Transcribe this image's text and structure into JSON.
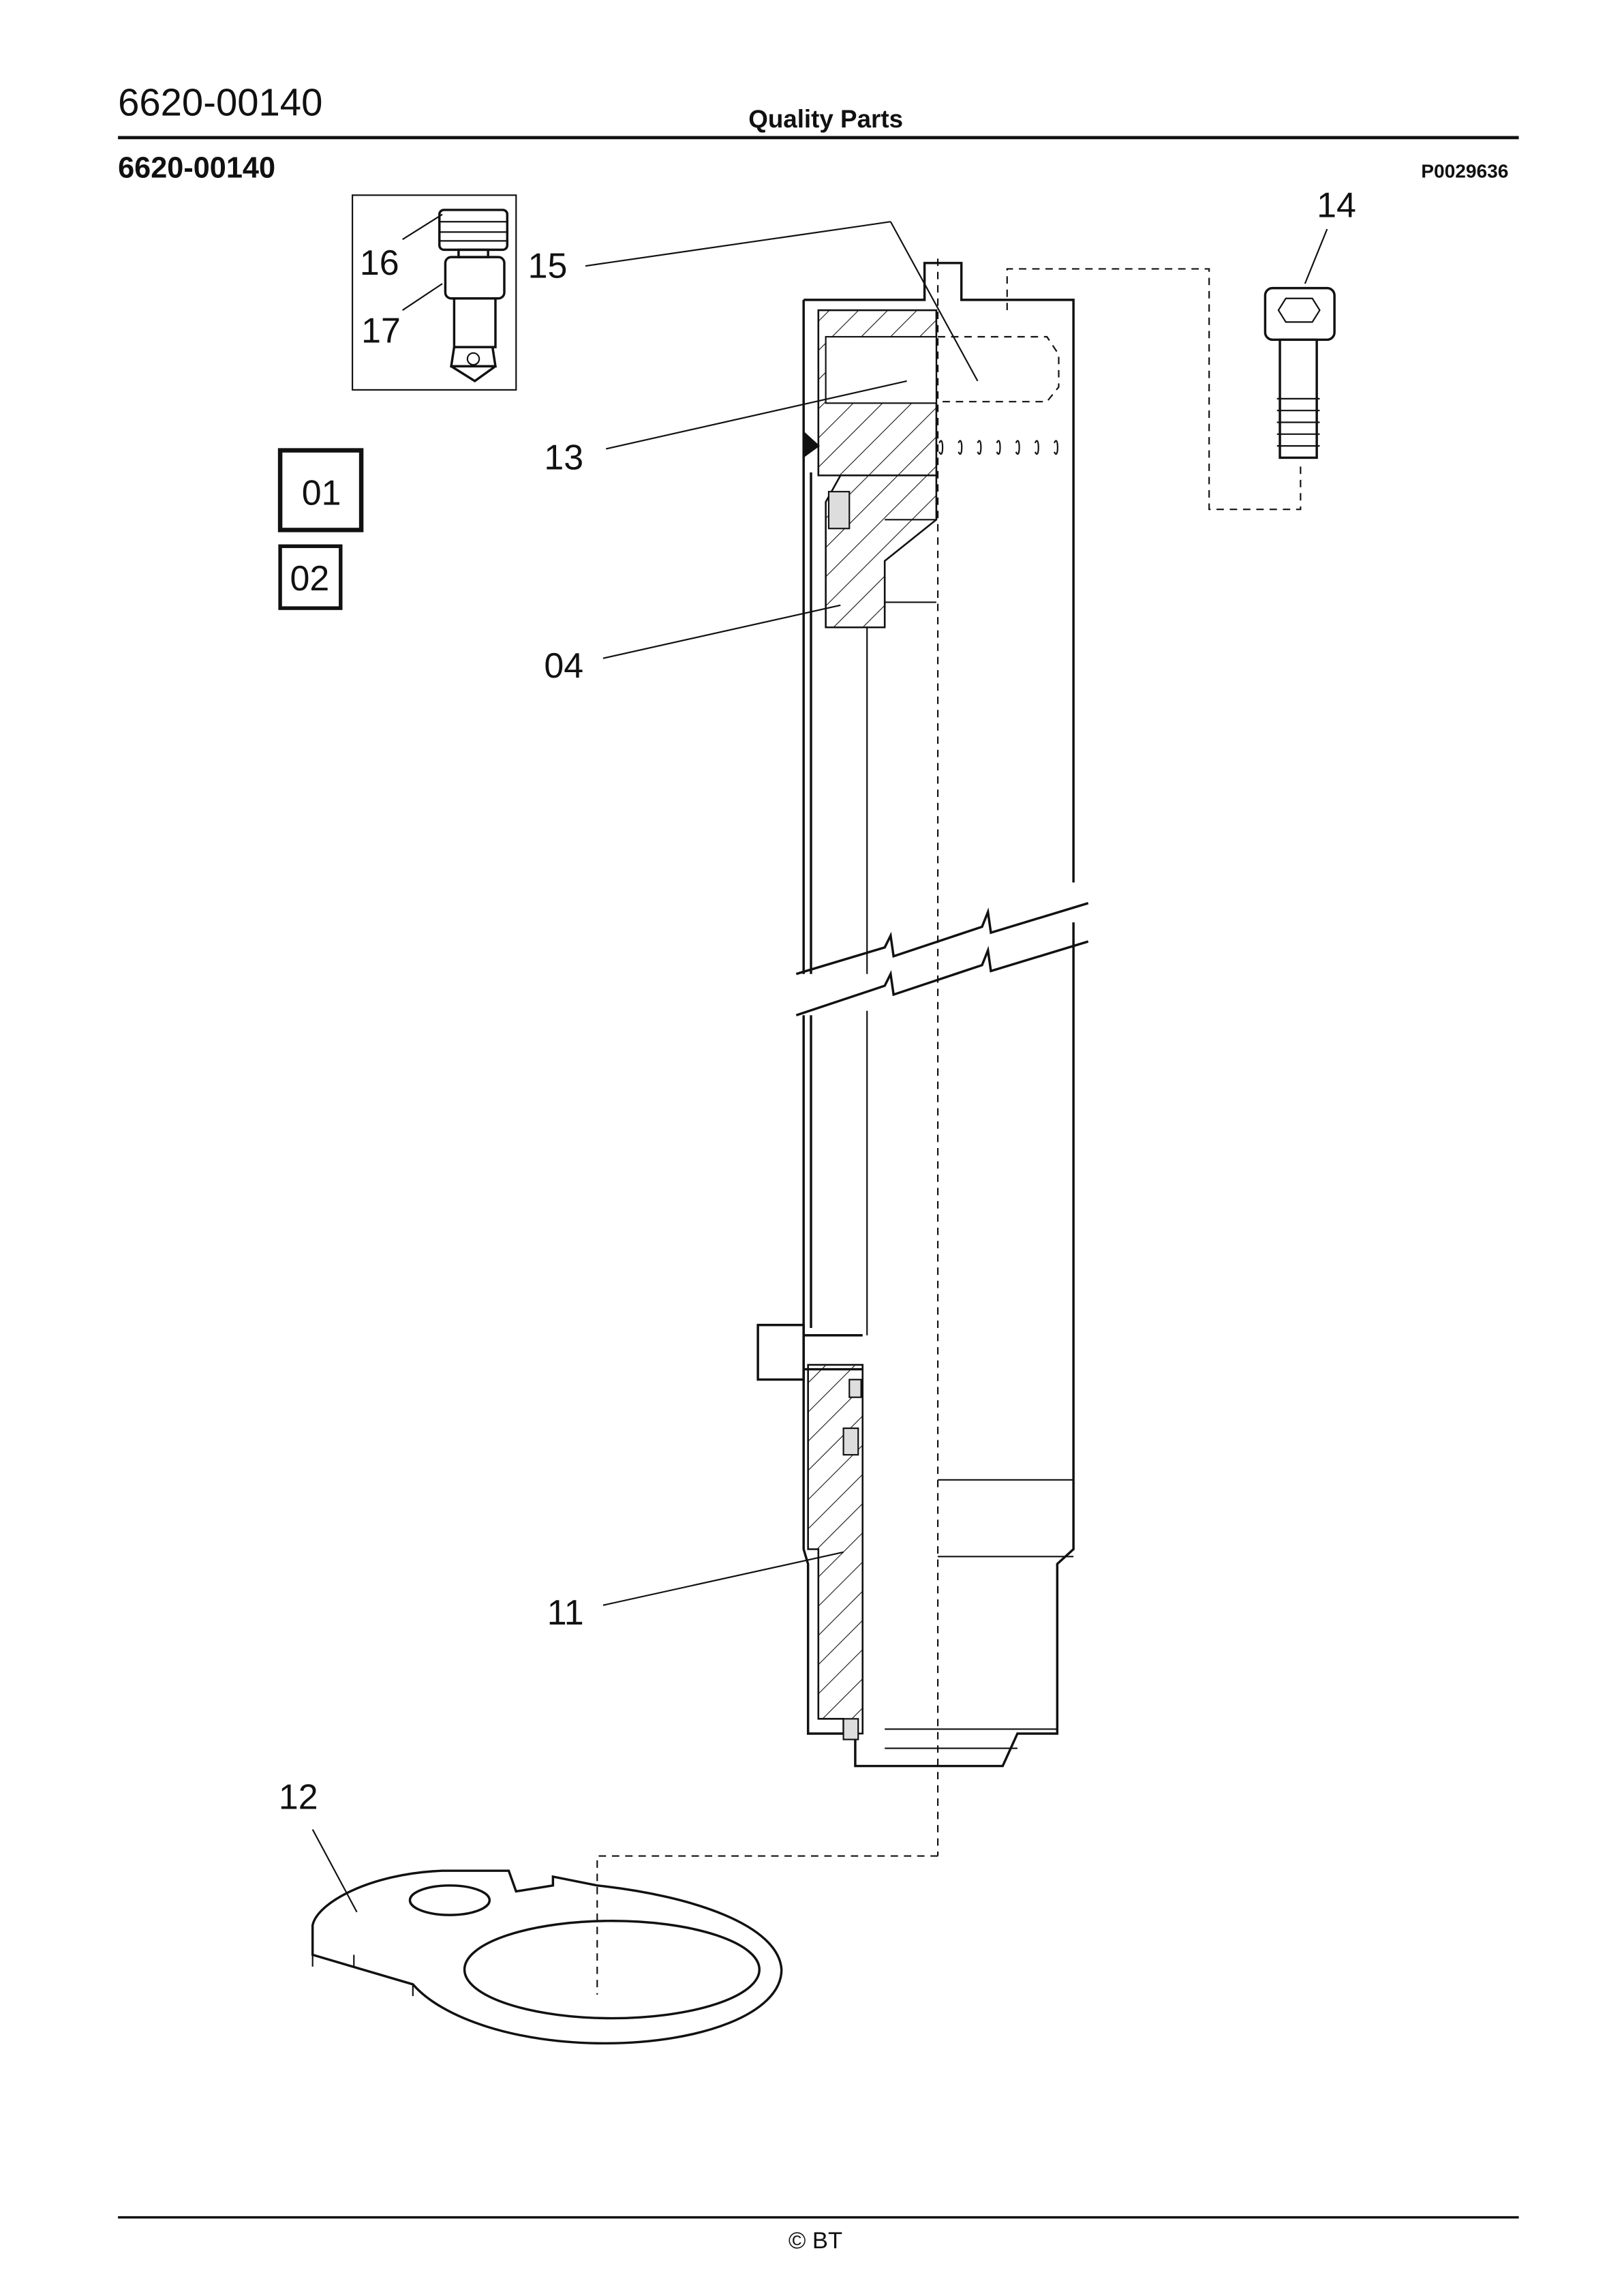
{
  "header": {
    "doc_number": "6620-00140",
    "center_title": "Quality Parts",
    "section_number": "6620-00140",
    "drawing_id": "P0029636"
  },
  "diagram": {
    "callouts": [
      "16",
      "17",
      "15",
      "14",
      "13",
      "04",
      "11",
      "12"
    ],
    "boxed_labels": [
      "01",
      "02"
    ]
  },
  "footer": {
    "copyright": "© BT"
  }
}
